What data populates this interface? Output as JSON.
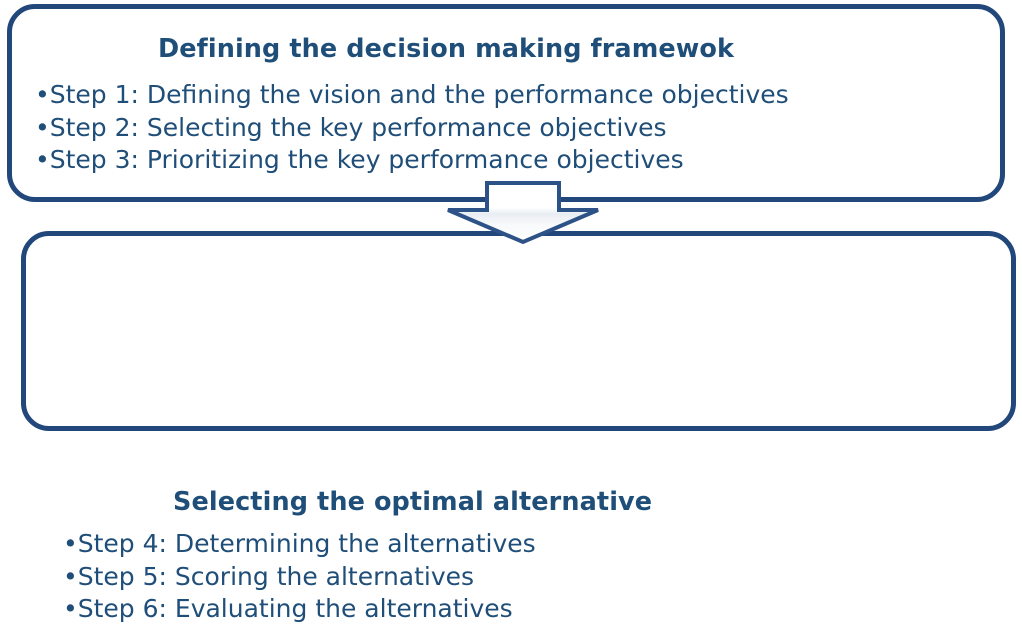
{
  "diagram": {
    "type": "two-stage-process-flow",
    "colors": {
      "border": "#22477b",
      "text": "#1f4e79",
      "box_fill": "#ffffff",
      "arrow_fill": "#f3f5f8",
      "arrow_stroke": "#2d5288",
      "background": "#ffffff"
    },
    "stages": [
      {
        "id": "stage-1",
        "title": "Defining the decision making framewok",
        "steps": [
          {
            "bullet": "•",
            "label": "Step 1: Defining the vision and the performance objectives"
          },
          {
            "bullet": "•",
            "label": "Step 2: Selecting the key performance objectives"
          },
          {
            "bullet": "•",
            "label": "Step 3: Prioritizing the key performance objectives"
          }
        ]
      },
      {
        "id": "stage-2",
        "title": "Selecting the optimal alternative",
        "steps": [
          {
            "bullet": "•",
            "label": "Step 4: Determining the alternatives"
          },
          {
            "bullet": "•",
            "label": "Step 5: Scoring the alternatives"
          },
          {
            "bullet": "•",
            "label": "Step 6: Evaluating the alternatives"
          }
        ]
      }
    ],
    "connector": {
      "icon": "down-block-arrow",
      "direction": "down",
      "from": "stage-1",
      "to": "stage-2"
    }
  }
}
